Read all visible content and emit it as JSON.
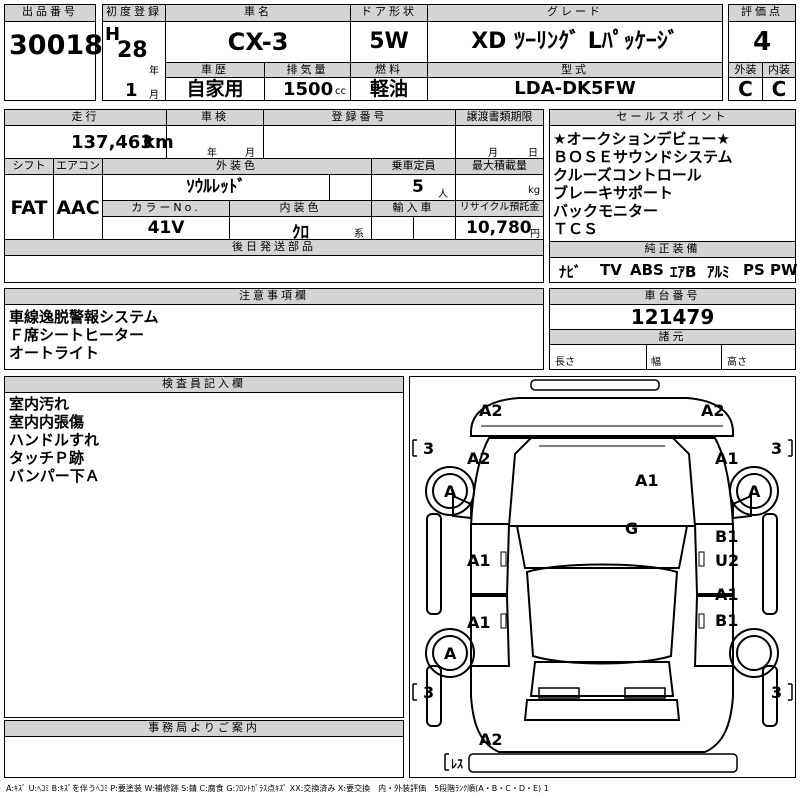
{
  "header": {
    "lot_label": "出品番号",
    "lot_no": "30018",
    "first_reg_label": "初度登録",
    "era": "H",
    "year": "28",
    "year_unit": "年",
    "month": "1",
    "month_unit": "月",
    "car_name_label": "車名",
    "car_name": "CX-3",
    "door_label": "ドア形状",
    "door": "5W",
    "grade_label": "グレード",
    "grade": "XD ﾂｰﾘﾝｸﾞ Lﾊﾟｯｹｰｼﾞ",
    "score_label": "評価点",
    "score": "4",
    "history_label": "車歴",
    "history": "自家用",
    "displacement_label": "排気量",
    "displacement": "1500",
    "cc": "cc",
    "fuel_label": "燃料",
    "fuel": "軽油",
    "model_label": "型式",
    "model": "LDA-DK5FW",
    "exterior_label": "外装",
    "exterior_grade": "C",
    "interior_label": "内装",
    "interior_grade": "C"
  },
  "specs": {
    "mileage_label": "走行",
    "mileage": "137,463",
    "km": "km",
    "inspection_label": "車検",
    "insp_year_unit": "年",
    "insp_month_unit": "月",
    "registration_label": "登録番号",
    "transfer_label": "譲渡書類期限",
    "transfer_month_unit": "月",
    "transfer_day_unit": "日",
    "shift_label": "シフト",
    "shift": "FAT",
    "ac_label": "エアコン",
    "ac": "AAC",
    "ext_color_label": "外装色",
    "ext_color": "ｿｳﾙﾚｯﾄﾞ",
    "capacity_label": "乗車定員",
    "capacity": "5",
    "capacity_unit": "人",
    "max_load_label": "最大積載量",
    "max_load_unit": "kg",
    "color_no_label": "カラーNo.",
    "color_no": "41V",
    "int_color_label": "内装色",
    "int_color": "ｸﾛ",
    "int_color_unit": "系",
    "import_label": "輸入車",
    "recycle_label": "リサイクル預託金",
    "recycle": "10,780",
    "recycle_unit": "円",
    "later_parts_label": "後日発送部品"
  },
  "sales_points": {
    "label": "セールスポイント",
    "items": [
      "★オークションデビュー★",
      "ＢＯＳＥサウンドシステム",
      "クルーズコントロール",
      "ブレーキサポート",
      "バックモニター",
      "ＴＣＳ"
    ]
  },
  "equipment": {
    "label": "純正装備",
    "items": [
      "ﾅﾋﾞ",
      "TV",
      "ABS",
      "ｴｱB",
      "ｱﾙﾐ",
      "PS",
      "PW"
    ]
  },
  "notes": {
    "label": "注意事項欄",
    "items": [
      "車線逸脱警報システム",
      "Ｆ席シートヒーター",
      "オートライト"
    ]
  },
  "chassis": {
    "label": "車台番号",
    "value": "121479",
    "dims_label": "諸元",
    "length_label": "長さ",
    "width_label": "幅",
    "height_label": "高さ"
  },
  "inspector": {
    "label": "検査員記入欄",
    "items": [
      "室内汚れ",
      "室内内張傷",
      "ハンドルすれ",
      "タッチＰ跡",
      "バンパー下Ａ"
    ]
  },
  "office": {
    "label": "事務局よりご案内"
  },
  "diagram": {
    "marks": {
      "front_left_bumper": "A2",
      "front_right_bumper": "A2",
      "fl_fender": "A2",
      "fr_fender": "A1",
      "hood": "A1",
      "roof": "G",
      "fl_wheel": "A",
      "fr_wheel": "A",
      "rl_wheel": "A",
      "left_front_door": "A1",
      "left_rear_door": "A1",
      "right_front_door_1": "B1",
      "right_front_door_2": "U2",
      "right_rear_door_1": "A1",
      "right_rear_door_2": "B1",
      "rear_bumper": "A2",
      "glass_left_front": "3",
      "glass_right_front": "3",
      "glass_left_rear": "3",
      "glass_right_rear": "3",
      "no_glass": "ﾚｽ"
    }
  },
  "legend": "A:ｷｽﾞ U:ﾍｺﾐ B:ｷｽﾞを伴うﾍｺﾐ P:要塗装 W:補修跡 S:錆 C:腐食 G:ﾌﾛﾝﾄｶﾞﾗｽ点ｷｽﾞ XX:交換済み X:要交換　内・外装評価　5段階ﾗﾝｸ順(A・B・C・D・E) 1"
}
